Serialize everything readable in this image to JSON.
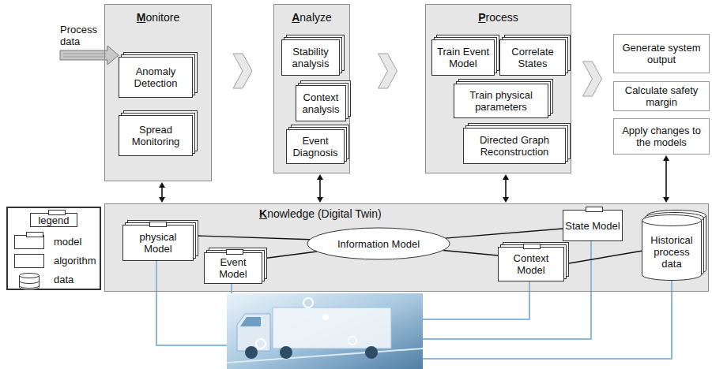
{
  "diagram": {
    "nodes": [
      {
        "text": [
          "Monitore"
        ]
      },
      {
        "text": [
          "Anomaly Detection"
        ],
        "in": 0
      },
      {
        "text": [
          "Spread Monitoring"
        ],
        "in": 0
      },
      {
        "text": [
          "Analyze"
        ]
      },
      {
        "text": [
          "Stability analysis"
        ],
        "in": 3
      },
      {
        "text": [
          "Context analysis"
        ],
        "in": 3
      },
      {
        "text": [
          "Event Diagnosis"
        ],
        "in": 3
      },
      {
        "text": [
          "Process"
        ]
      },
      {
        "text": [
          "Train Event Model"
        ],
        "in": 7
      },
      {
        "text": [
          "Correlate States"
        ],
        "in": 7
      },
      {
        "text": [
          "Train physical parameters"
        ],
        "in": 7
      },
      {
        "text": [
          "Directed Graph Reconstruction"
        ],
        "in": 7
      },
      {
        "text": [
          "Generate system output"
        ]
      },
      {
        "text": [
          "Calculate safety margin"
        ]
      },
      {
        "text": [
          "Apply changes to the models"
        ]
      },
      {
        "text": [
          "Knowledge (Digital Twin)"
        ]
      },
      {
        "text": [
          "physical Model"
        ],
        "in": 15
      },
      {
        "text": [
          "Event Model"
        ],
        "in": 15
      },
      {
        "text": [
          "Information Model"
        ],
        "in": 15
      },
      {
        "text": [
          "Context Model"
        ],
        "in": 15
      },
      {
        "text": [
          "State Model"
        ],
        "in": 15
      },
      {
        "text": [
          "Historical process data"
        ],
        "in": 15
      }
    ],
    "edges": [
      {
        "from": 0,
        "to": 3,
        "arrow": "to"
      },
      {
        "from": 3,
        "to": 7,
        "arrow": "to"
      },
      {
        "from": 7,
        "to": 13,
        "arrow": "to"
      },
      {
        "from": 0,
        "to": 15,
        "arrow": "both"
      },
      {
        "from": 3,
        "to": 15,
        "arrow": "both"
      },
      {
        "from": 7,
        "to": 15,
        "arrow": "both"
      },
      {
        "from": 14,
        "to": 15,
        "arrow": "both"
      },
      {
        "from": 16,
        "to": 18,
        "arrow": "none"
      },
      {
        "from": 17,
        "to": 18,
        "arrow": "none"
      },
      {
        "from": 18,
        "to": 20,
        "arrow": "none"
      },
      {
        "from": 18,
        "to": 19,
        "arrow": "none"
      },
      {
        "from": 19,
        "to": 21,
        "arrow": "none"
      }
    ],
    "labels": [
      "Process data",
      "legend"
    ],
    "legend": [
      {
        "text": "model"
      },
      {
        "text": "algorithm"
      },
      {
        "text": "data"
      }
    ]
  }
}
